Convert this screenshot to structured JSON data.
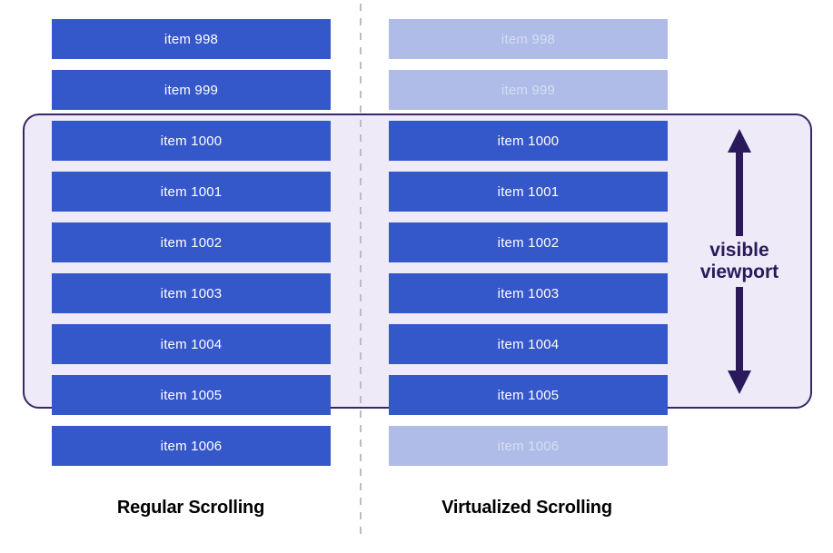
{
  "diagram": {
    "title": "Regular Scrolling vs Virtualized Scrolling",
    "colors": {
      "bar_rendered": "#3457ca",
      "bar_not_rendered": "#aebce7",
      "bar_rendered_text": "#ffffff",
      "bar_not_rendered_text": "#d6ddf4",
      "viewport_fill": "#eeeaf8",
      "viewport_border": "#3a2568",
      "arrow": "#2a1a5c",
      "divider": "#bdbdbd",
      "caption_text": "#000000"
    },
    "divider": {
      "style": "dashed",
      "orientation": "vertical"
    },
    "viewport": {
      "annotation_line1": "visible",
      "annotation_line2": "viewport",
      "annotation_text": "visible\nviewport",
      "arrow_up_icon": "arrow-up-icon",
      "arrow_down_icon": "arrow-down-icon"
    },
    "columns": [
      {
        "id": "regular",
        "caption": "Regular Scrolling",
        "rows": [
          {
            "label": "item 998",
            "state": "rendered",
            "in_viewport": false
          },
          {
            "label": "item 999",
            "state": "rendered",
            "in_viewport": false
          },
          {
            "label": "item 1000",
            "state": "rendered",
            "in_viewport": true
          },
          {
            "label": "item 1001",
            "state": "rendered",
            "in_viewport": true
          },
          {
            "label": "item 1002",
            "state": "rendered",
            "in_viewport": true
          },
          {
            "label": "item 1003",
            "state": "rendered",
            "in_viewport": true
          },
          {
            "label": "item 1004",
            "state": "rendered",
            "in_viewport": true
          },
          {
            "label": "item 1005",
            "state": "rendered",
            "in_viewport": true
          },
          {
            "label": "item 1006",
            "state": "rendered",
            "in_viewport": false
          }
        ]
      },
      {
        "id": "virtualized",
        "caption": "Virtualized Scrolling",
        "rows": [
          {
            "label": "item 998",
            "state": "not-rendered",
            "in_viewport": false
          },
          {
            "label": "item 999",
            "state": "not-rendered",
            "in_viewport": false
          },
          {
            "label": "item 1000",
            "state": "rendered",
            "in_viewport": true
          },
          {
            "label": "item 1001",
            "state": "rendered",
            "in_viewport": true
          },
          {
            "label": "item 1002",
            "state": "rendered",
            "in_viewport": true
          },
          {
            "label": "item 1003",
            "state": "rendered",
            "in_viewport": true
          },
          {
            "label": "item 1004",
            "state": "rendered",
            "in_viewport": true
          },
          {
            "label": "item 1005",
            "state": "rendered",
            "in_viewport": true
          },
          {
            "label": "item 1006",
            "state": "not-rendered",
            "in_viewport": false
          }
        ]
      }
    ]
  }
}
